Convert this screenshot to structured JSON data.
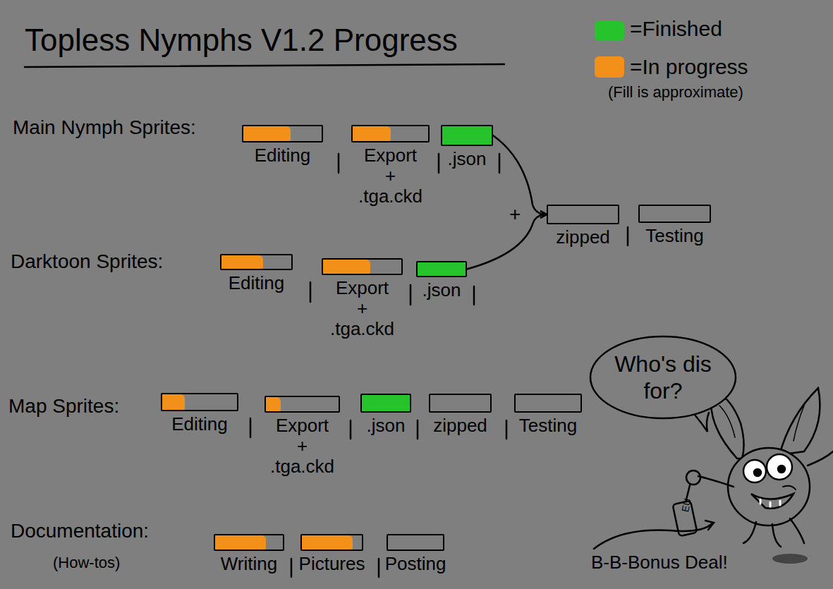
{
  "diagram": {
    "title": "Topless Nymphs V1.2 Progress",
    "nodes": [
      {
        "text": [
          "Editing"
        ]
      },
      {
        "text": [
          "Export",
          "+",
          ".tga.ckd"
        ]
      },
      {
        "text": [
          ".json"
        ]
      },
      {
        "text": [
          "zipped"
        ]
      },
      {
        "text": [
          "Testing"
        ]
      },
      {
        "text": [
          "Editing"
        ]
      },
      {
        "text": [
          "Export",
          "+",
          ".tga.ckd"
        ]
      },
      {
        "text": [
          ".json"
        ]
      },
      {
        "text": [
          "Editing"
        ]
      },
      {
        "text": [
          "Export",
          "+",
          ".tga.ckd"
        ]
      },
      {
        "text": [
          ".json"
        ]
      },
      {
        "text": [
          "zipped"
        ]
      },
      {
        "text": [
          "Testing"
        ]
      },
      {
        "text": [
          "Writing"
        ]
      },
      {
        "text": [
          "Pictures"
        ]
      },
      {
        "text": [
          "Posting"
        ]
      },
      {
        "text": [
          "Who's dis for?"
        ]
      }
    ],
    "edges": [
      {
        "from": 2,
        "to": 3,
        "arrow": "to"
      },
      {
        "from": 7,
        "to": 3,
        "arrow": "to"
      }
    ],
    "labels": [
      "Main Nymph Sprites:",
      "+",
      "Darktoon Sprites:",
      "Map Sprites:",
      "Documentation:",
      "(How-tos)",
      "(Fill is approximate)",
      "EU",
      "B-B-Bonus Deal!"
    ],
    "legend": [
      {
        "text": "=Finished",
        "color": "#27c32c"
      },
      {
        "text": "=In progress",
        "color": "#f39019"
      }
    ]
  }
}
